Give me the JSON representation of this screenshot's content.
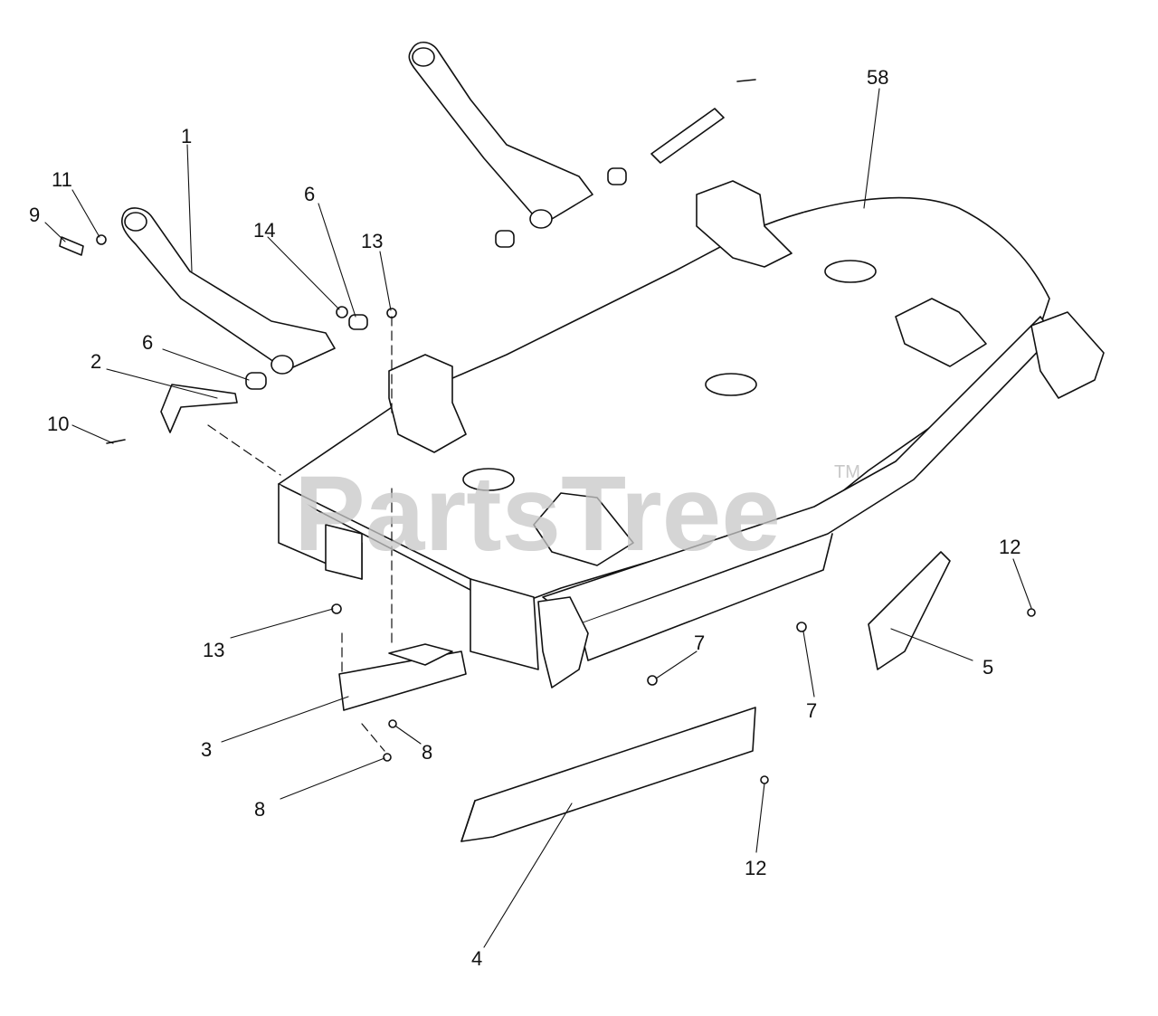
{
  "diagram": {
    "watermark": "PartsTree",
    "watermark_mark": "TM",
    "callouts": [
      {
        "id": "c-1",
        "label": "1"
      },
      {
        "id": "c-11",
        "label": "11"
      },
      {
        "id": "c-9",
        "label": "9"
      },
      {
        "id": "c-14",
        "label": "14"
      },
      {
        "id": "c-6a",
        "label": "6"
      },
      {
        "id": "c-13a",
        "label": "13"
      },
      {
        "id": "c-6b",
        "label": "6"
      },
      {
        "id": "c-2",
        "label": "2"
      },
      {
        "id": "c-10",
        "label": "10"
      },
      {
        "id": "c-58",
        "label": "58"
      },
      {
        "id": "c-12a",
        "label": "12"
      },
      {
        "id": "c-13b",
        "label": "13"
      },
      {
        "id": "c-7a",
        "label": "7"
      },
      {
        "id": "c-7b",
        "label": "7"
      },
      {
        "id": "c-5",
        "label": "5"
      },
      {
        "id": "c-3",
        "label": "3"
      },
      {
        "id": "c-8a",
        "label": "8"
      },
      {
        "id": "c-8b",
        "label": "8"
      },
      {
        "id": "c-12b",
        "label": "12"
      },
      {
        "id": "c-4",
        "label": "4"
      }
    ]
  }
}
